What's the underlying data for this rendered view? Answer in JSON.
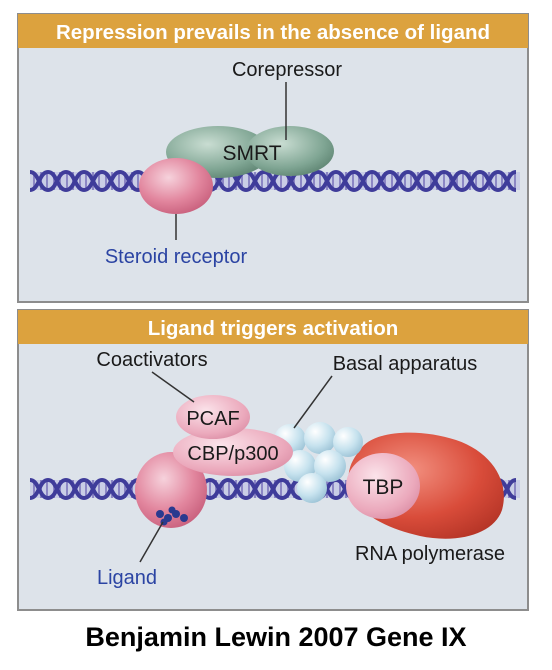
{
  "panel_top": {
    "title": "Repression prevails in the absence of ligand",
    "labels": {
      "corepressor": "Corepressor",
      "smrt": "SMRT",
      "steroid_receptor": "Steroid receptor"
    }
  },
  "panel_bottom": {
    "title": "Ligand triggers activation",
    "labels": {
      "coactivators": "Coactivators",
      "basal_apparatus": "Basal apparatus",
      "pcaf": "PCAF",
      "cbp_p300": "CBP/p300",
      "tbp": "TBP",
      "rna_polymerase": "RNA polymerase",
      "ligand": "Ligand"
    }
  },
  "credit": "Benjamin Lewin 2007 Gene IX",
  "colors": {
    "header_band": "#dca23e",
    "panel_bg": "#dde3ea",
    "panel_border": "#8d8d8d",
    "dna_strand": "#3f3c9a",
    "receptor": "#e2869e",
    "smrt": "#7fa593",
    "basal": "#c6e2ee",
    "rna_polymerase": "#d94c3a",
    "label_blue": "#2b44a3"
  }
}
